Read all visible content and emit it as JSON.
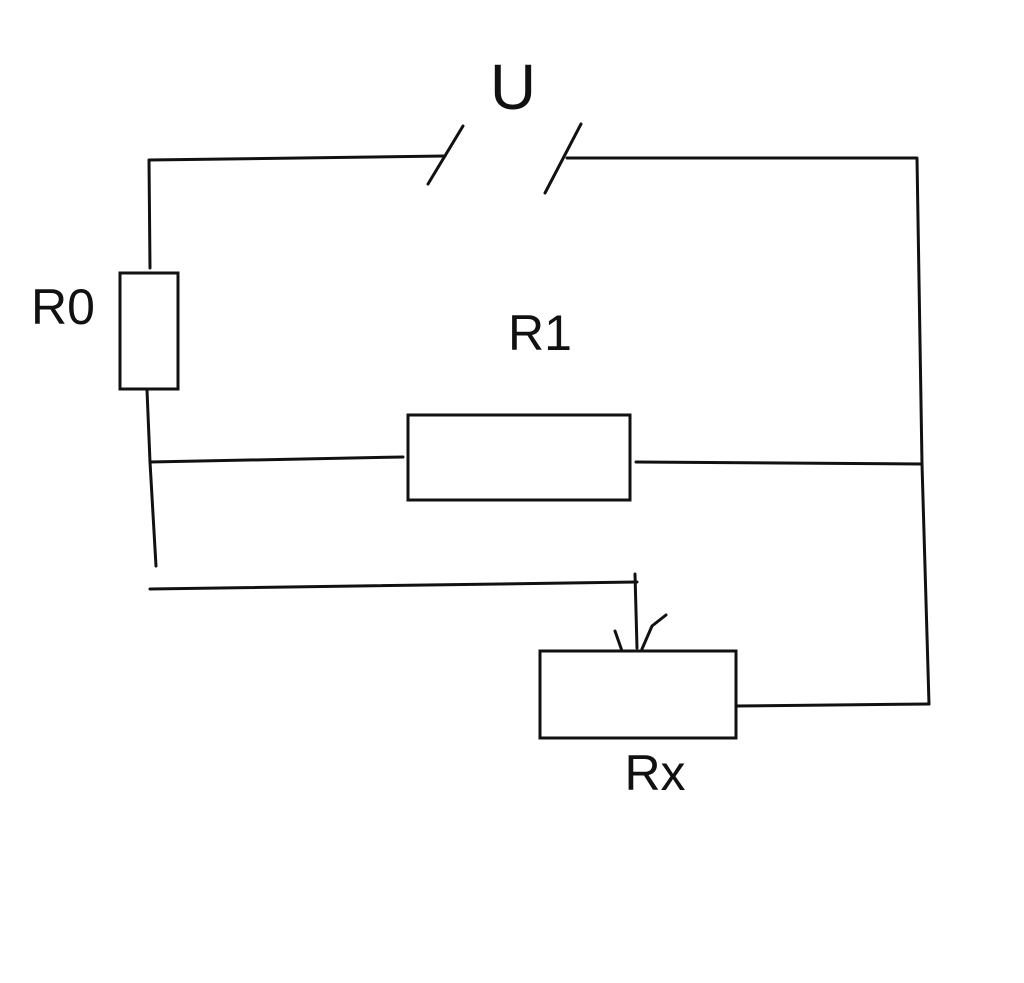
{
  "labels": {
    "source": "U",
    "r0": "R0",
    "r1": "R1",
    "rx": "Rx"
  },
  "colors": {
    "line": "#111111",
    "background": "#ffffff"
  }
}
